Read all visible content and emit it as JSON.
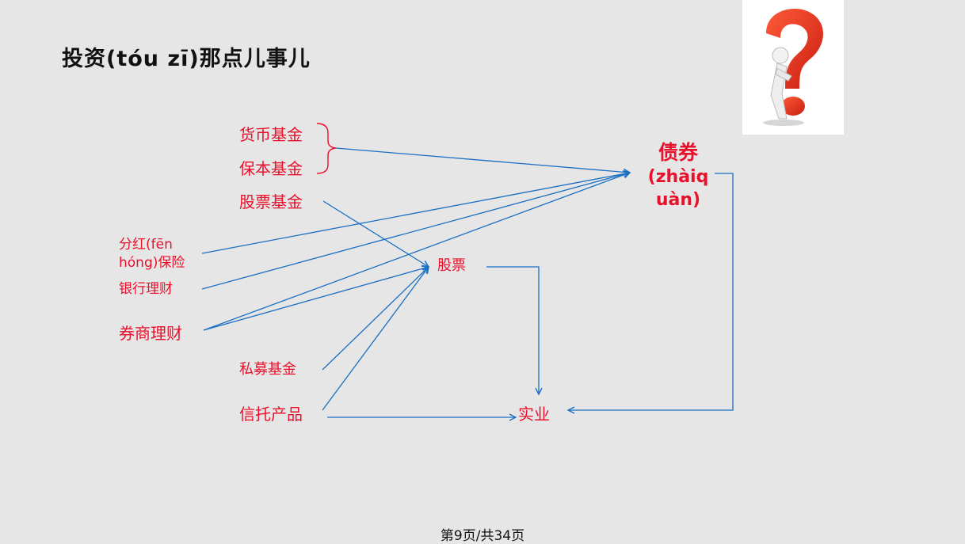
{
  "slide": {
    "title": "投资(tóu zī)那点儿事儿",
    "footer": "第9页/共34页"
  },
  "diagram": {
    "nodes": {
      "money_fund": "货币基金",
      "guaranteed_fund": "保本基金",
      "stock_fund": "股票基金",
      "dividend_insurance_1": "分红(fēn",
      "dividend_insurance_2": "hóng)保险",
      "bank_wealth": "银行理财",
      "broker_wealth": "券商理财",
      "private_fund": "私募基金",
      "trust_product": "信托产品",
      "stock": "股票",
      "real_economy": "实业",
      "bond_1": "债券",
      "bond_2": "(zhàiq",
      "bond_3": "uàn)"
    },
    "edges": [
      [
        "money_fund+guaranteed_fund",
        "bond"
      ],
      [
        "stock_fund",
        "stock"
      ],
      [
        "dividend_insurance",
        "bond"
      ],
      [
        "bank_wealth",
        "bond"
      ],
      [
        "broker_wealth",
        "bond"
      ],
      [
        "broker_wealth",
        "stock"
      ],
      [
        "private_fund",
        "stock"
      ],
      [
        "trust_product",
        "stock"
      ],
      [
        "trust_product",
        "real_economy"
      ],
      [
        "stock",
        "real_economy"
      ],
      [
        "bond",
        "real_economy"
      ]
    ],
    "colors": {
      "text": "#e8102a",
      "arrow": "#1b6fc2",
      "brace": "#e8102a"
    }
  },
  "illustration": {
    "icon": "question-mark-figure-icon"
  }
}
